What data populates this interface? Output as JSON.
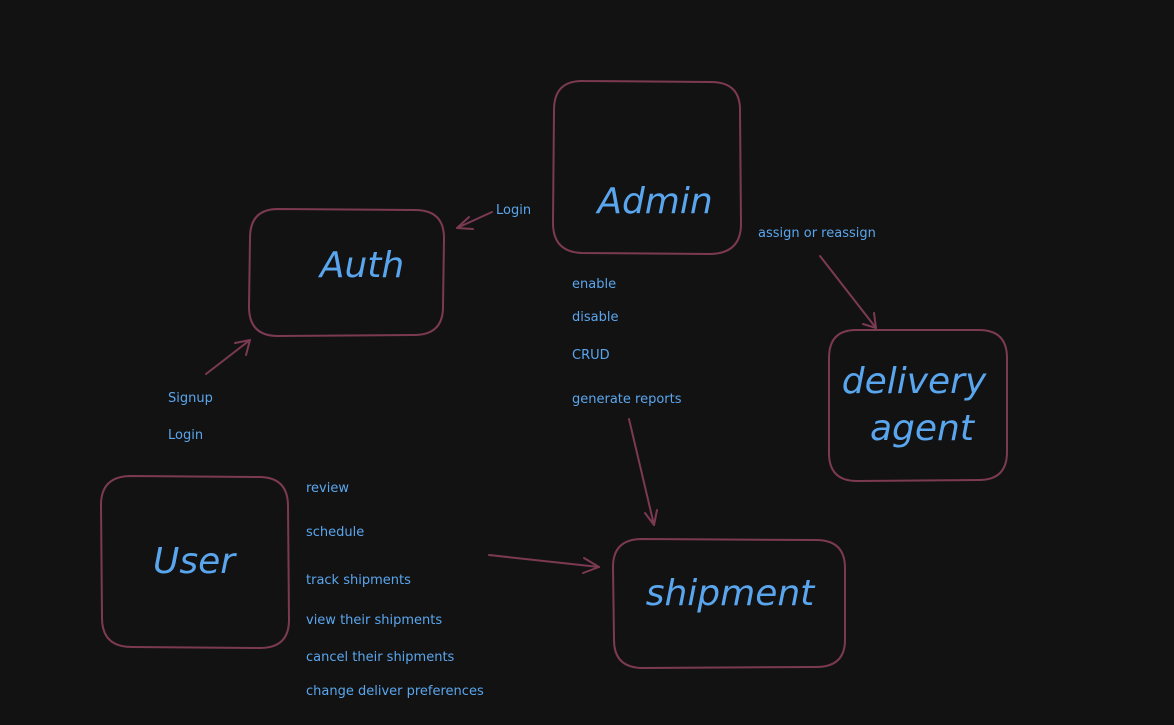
{
  "colors": {
    "background": "#121212",
    "box_stroke": "#7c3a52",
    "text": "#5aa6ee",
    "arrow": "#7c3a52"
  },
  "nodes": {
    "admin": {
      "label": "Admin"
    },
    "auth": {
      "label": "Auth"
    },
    "delivery_agent": {
      "label_line1": "delivery",
      "label_line2": "agent"
    },
    "user": {
      "label": "User"
    },
    "shipment": {
      "label": "shipment"
    }
  },
  "edges": {
    "admin_to_auth": {
      "label": "Login"
    },
    "admin_to_agent": {
      "label": "assign or reassign"
    },
    "admin_to_shipment": {
      "labels": [
        "enable",
        "disable",
        "CRUD",
        "generate reports"
      ]
    },
    "user_to_auth": {
      "labels": [
        "Signup",
        "Login"
      ]
    },
    "user_to_shipment": {
      "labels": [
        "review",
        "schedule",
        "track shipments",
        "view their shipments",
        "cancel their shipments",
        "change deliver preferences"
      ]
    }
  }
}
